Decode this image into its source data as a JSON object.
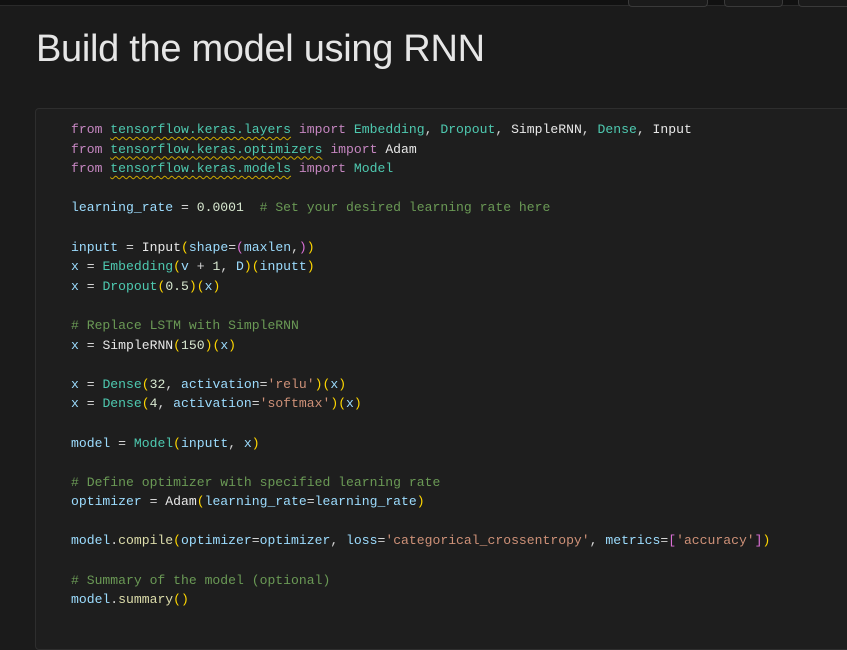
{
  "heading": "Build the model using RNN",
  "code_lines": [
    [
      [
        "from",
        "k"
      ],
      [
        " ",
        "o"
      ],
      [
        "tensorflow.keras.layers",
        "m"
      ],
      [
        " ",
        "o"
      ],
      [
        "import",
        "k"
      ],
      [
        " ",
        "o"
      ],
      [
        "Embedding",
        "c"
      ],
      [
        ", ",
        "o"
      ],
      [
        "Dropout",
        "c"
      ],
      [
        ", ",
        "o"
      ],
      [
        "SimpleRNN",
        "w"
      ],
      [
        ", ",
        "o"
      ],
      [
        "Dense",
        "c"
      ],
      [
        ", ",
        "o"
      ],
      [
        "Input",
        "w"
      ]
    ],
    [
      [
        "from",
        "k"
      ],
      [
        " ",
        "o"
      ],
      [
        "tensorflow.keras.optimizers",
        "m"
      ],
      [
        " ",
        "o"
      ],
      [
        "import",
        "k"
      ],
      [
        " ",
        "o"
      ],
      [
        "Adam",
        "w"
      ]
    ],
    [
      [
        "from",
        "k"
      ],
      [
        " ",
        "o"
      ],
      [
        "tensorflow.keras.models",
        "m"
      ],
      [
        " ",
        "o"
      ],
      [
        "import",
        "k"
      ],
      [
        " ",
        "o"
      ],
      [
        "Model",
        "c"
      ]
    ],
    [],
    [
      [
        "learning_rate",
        "v"
      ],
      [
        " = ",
        "o"
      ],
      [
        "0.0001",
        "n"
      ],
      [
        "  ",
        "o"
      ],
      [
        "# Set your desired learning rate here",
        "cm"
      ]
    ],
    [],
    [
      [
        "inputt",
        "v"
      ],
      [
        " = ",
        "o"
      ],
      [
        "Input",
        "w"
      ],
      [
        "(",
        "p1"
      ],
      [
        "shape",
        "v"
      ],
      [
        "=",
        "o"
      ],
      [
        "(",
        "p2"
      ],
      [
        "maxlen",
        "v"
      ],
      [
        ",",
        "o"
      ],
      [
        ")",
        "p2"
      ],
      [
        ")",
        "p1"
      ]
    ],
    [
      [
        "x",
        "v"
      ],
      [
        " = ",
        "o"
      ],
      [
        "Embedding",
        "c"
      ],
      [
        "(",
        "p1"
      ],
      [
        "v",
        "v"
      ],
      [
        " + ",
        "o"
      ],
      [
        "1",
        "n"
      ],
      [
        ", ",
        "o"
      ],
      [
        "D",
        "v"
      ],
      [
        ")",
        "p1"
      ],
      [
        "(",
        "p1"
      ],
      [
        "inputt",
        "v"
      ],
      [
        ")",
        "p1"
      ]
    ],
    [
      [
        "x",
        "v"
      ],
      [
        " = ",
        "o"
      ],
      [
        "Dropout",
        "c"
      ],
      [
        "(",
        "p1"
      ],
      [
        "0.5",
        "n"
      ],
      [
        ")",
        "p1"
      ],
      [
        "(",
        "p1"
      ],
      [
        "x",
        "v"
      ],
      [
        ")",
        "p1"
      ]
    ],
    [],
    [
      [
        "# Replace LSTM with SimpleRNN",
        "cm"
      ]
    ],
    [
      [
        "x",
        "v"
      ],
      [
        " = ",
        "o"
      ],
      [
        "SimpleRNN",
        "w"
      ],
      [
        "(",
        "p1"
      ],
      [
        "150",
        "n"
      ],
      [
        ")",
        "p1"
      ],
      [
        "(",
        "p1"
      ],
      [
        "x",
        "v"
      ],
      [
        ")",
        "p1"
      ]
    ],
    [],
    [
      [
        "x",
        "v"
      ],
      [
        " = ",
        "o"
      ],
      [
        "Dense",
        "c"
      ],
      [
        "(",
        "p1"
      ],
      [
        "32",
        "n"
      ],
      [
        ", ",
        "o"
      ],
      [
        "activation",
        "v"
      ],
      [
        "=",
        "o"
      ],
      [
        "'relu'",
        "s"
      ],
      [
        ")",
        "p1"
      ],
      [
        "(",
        "p1"
      ],
      [
        "x",
        "v"
      ],
      [
        ")",
        "p1"
      ]
    ],
    [
      [
        "x",
        "v"
      ],
      [
        " = ",
        "o"
      ],
      [
        "Dense",
        "c"
      ],
      [
        "(",
        "p1"
      ],
      [
        "4",
        "n"
      ],
      [
        ", ",
        "o"
      ],
      [
        "activation",
        "v"
      ],
      [
        "=",
        "o"
      ],
      [
        "'softmax'",
        "s"
      ],
      [
        ")",
        "p1"
      ],
      [
        "(",
        "p1"
      ],
      [
        "x",
        "v"
      ],
      [
        ")",
        "p1"
      ]
    ],
    [],
    [
      [
        "model",
        "v"
      ],
      [
        " = ",
        "o"
      ],
      [
        "Model",
        "c"
      ],
      [
        "(",
        "p1"
      ],
      [
        "inputt",
        "v"
      ],
      [
        ", ",
        "o"
      ],
      [
        "x",
        "v"
      ],
      [
        ")",
        "p1"
      ]
    ],
    [],
    [
      [
        "# Define optimizer with specified learning rate",
        "cm"
      ]
    ],
    [
      [
        "optimizer",
        "v"
      ],
      [
        " = ",
        "o"
      ],
      [
        "Adam",
        "w"
      ],
      [
        "(",
        "p1"
      ],
      [
        "learning_rate",
        "v"
      ],
      [
        "=",
        "o"
      ],
      [
        "learning_rate",
        "v"
      ],
      [
        ")",
        "p1"
      ]
    ],
    [],
    [
      [
        "model",
        "v"
      ],
      [
        ".",
        "o"
      ],
      [
        "compile",
        "f"
      ],
      [
        "(",
        "p1"
      ],
      [
        "optimizer",
        "v"
      ],
      [
        "=",
        "o"
      ],
      [
        "optimizer",
        "v"
      ],
      [
        ", ",
        "o"
      ],
      [
        "loss",
        "v"
      ],
      [
        "=",
        "o"
      ],
      [
        "'categorical_crossentropy'",
        "s"
      ],
      [
        ", ",
        "o"
      ],
      [
        "metrics",
        "v"
      ],
      [
        "=",
        "o"
      ],
      [
        "[",
        "p2"
      ],
      [
        "'accuracy'",
        "s"
      ],
      [
        "]",
        "p2"
      ],
      [
        ")",
        "p1"
      ]
    ],
    [],
    [
      [
        "# Summary of the model (optional)",
        "cm"
      ]
    ],
    [
      [
        "model",
        "v"
      ],
      [
        ".",
        "o"
      ],
      [
        "summary",
        "f"
      ],
      [
        "(",
        "p1"
      ],
      [
        ")",
        "p1"
      ]
    ]
  ]
}
